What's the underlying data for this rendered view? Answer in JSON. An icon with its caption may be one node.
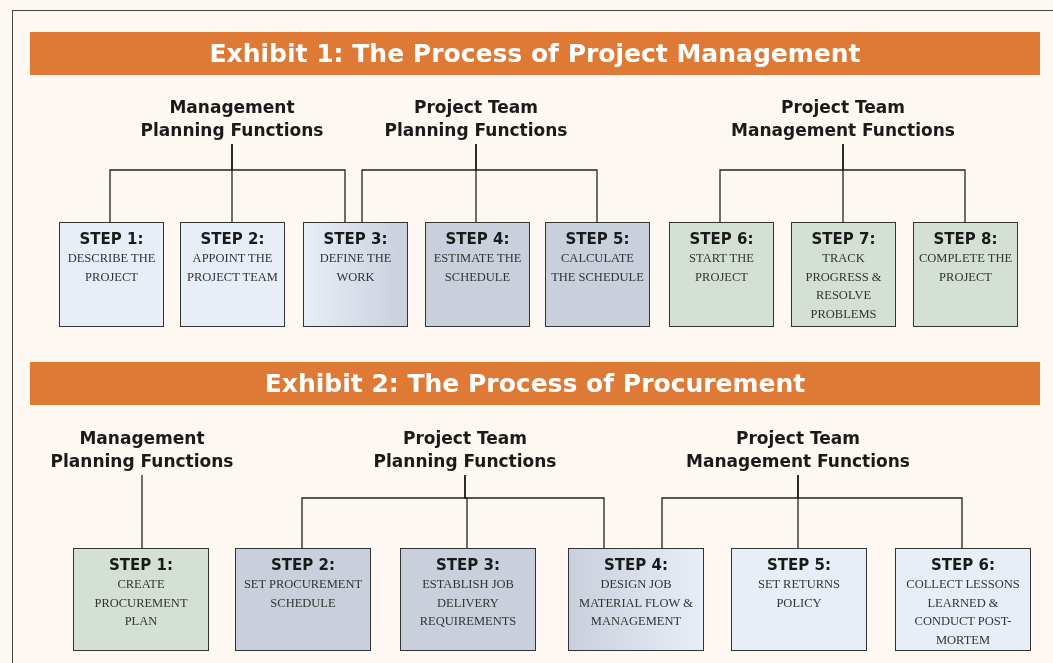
{
  "diagram": {
    "nodes": [
      {
        "text": [
          "Exhibit 1: The Process of Project Management"
        ]
      },
      {
        "text": [
          "Management Planning Functions"
        ]
      },
      {
        "text": [
          "Project Team Planning Functions"
        ]
      },
      {
        "text": [
          "Project Team Management Functions"
        ]
      },
      {
        "text": [
          "STEP 1:",
          "DESCRIBE THE PROJECT"
        ]
      },
      {
        "text": [
          "STEP 2:",
          "APPOINT THE PROJECT TEAM"
        ]
      },
      {
        "text": [
          "STEP 3:",
          "DEFINE THE WORK"
        ]
      },
      {
        "text": [
          "STEP 4:",
          "ESTIMATE THE SCHEDULE"
        ]
      },
      {
        "text": [
          "STEP 5:",
          "CALCULATE THE SCHEDULE"
        ]
      },
      {
        "text": [
          "STEP 6:",
          "START THE PROJECT"
        ]
      },
      {
        "text": [
          "STEP 7:",
          "TRACK PROGRESS & RESOLVE PROBLEMS"
        ]
      },
      {
        "text": [
          "STEP 8:",
          "COMPLETE THE PROJECT"
        ]
      },
      {
        "text": [
          "Exhibit 2: The Process of Procurement"
        ]
      },
      {
        "text": [
          "Management Planning Functions"
        ]
      },
      {
        "text": [
          "Project Team Planning Functions"
        ]
      },
      {
        "text": [
          "Project Team Management Functions"
        ]
      },
      {
        "text": [
          "STEP 1:",
          "CREATE PROCUREMENT PLAN"
        ]
      },
      {
        "text": [
          "STEP 2:",
          "SET PROCUREMENT SCHEDULE"
        ]
      },
      {
        "text": [
          "STEP 3:",
          "ESTABLISH JOB DELIVERY REQUIREMENTS"
        ]
      },
      {
        "text": [
          "STEP 4:",
          "DESIGN JOB MATERIAL FLOW & MANAGEMENT"
        ]
      },
      {
        "text": [
          "STEP 5:",
          "SET RETURNS POLICY"
        ]
      },
      {
        "text": [
          "STEP 6:",
          "COLLECT LESSONS LEARNED & CONDUCT POST-MORTEM"
        ]
      }
    ],
    "edges": [
      {
        "from": 1,
        "to": 4,
        "arrow": "none"
      },
      {
        "from": 1,
        "to": 5,
        "arrow": "none"
      },
      {
        "from": 1,
        "to": 6,
        "arrow": "none"
      },
      {
        "from": 2,
        "to": 6,
        "arrow": "none"
      },
      {
        "from": 2,
        "to": 7,
        "arrow": "none"
      },
      {
        "from": 2,
        "to": 8,
        "arrow": "none"
      },
      {
        "from": 3,
        "to": 9,
        "arrow": "none"
      },
      {
        "from": 3,
        "to": 10,
        "arrow": "none"
      },
      {
        "from": 3,
        "to": 11,
        "arrow": "none"
      },
      {
        "from": 13,
        "to": 16,
        "arrow": "none"
      },
      {
        "from": 14,
        "to": 17,
        "arrow": "none"
      },
      {
        "from": 14,
        "to": 18,
        "arrow": "none"
      },
      {
        "from": 14,
        "to": 19,
        "arrow": "none"
      },
      {
        "from": 15,
        "to": 19,
        "arrow": "none"
      },
      {
        "from": 15,
        "to": 20,
        "arrow": "none"
      },
      {
        "from": 15,
        "to": 21,
        "arrow": "none"
      }
    ]
  }
}
